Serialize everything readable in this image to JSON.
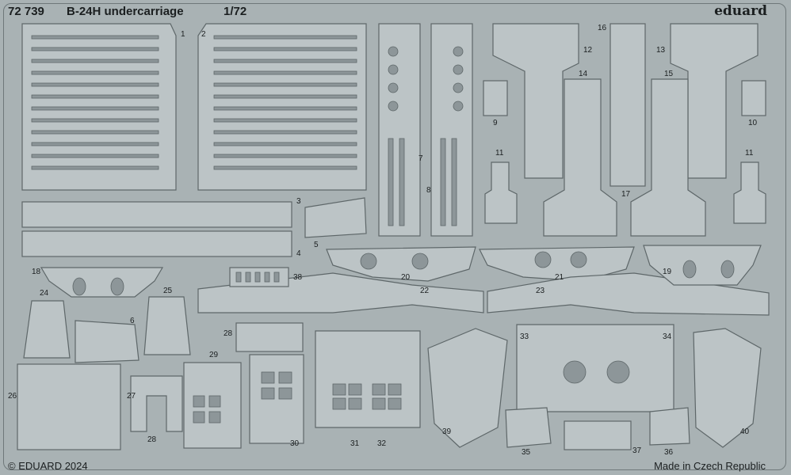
{
  "sheet": {
    "code": "72 739",
    "title": "B-24H undercarriage",
    "scale": "1/72",
    "brand": "eduard",
    "copyright": "© EDUARD 2024",
    "origin": "Made in Czech Republic",
    "part_numbers": [
      "1",
      "2",
      "3",
      "4",
      "5",
      "6",
      "7",
      "8",
      "9",
      "10",
      "11",
      "11",
      "12",
      "13",
      "14",
      "15",
      "16",
      "17",
      "18",
      "19",
      "20",
      "21",
      "22",
      "23",
      "24",
      "25",
      "26",
      "27",
      "28",
      "28",
      "29",
      "30",
      "31",
      "32",
      "33",
      "34",
      "35",
      "36",
      "37",
      "38",
      "39",
      "40"
    ]
  },
  "colors": {
    "background": "#a9b2b4",
    "part_fill": "#bcc4c6",
    "part_stroke": "#5e6769",
    "hole": "#8d9699",
    "text": "#1b1f20"
  }
}
